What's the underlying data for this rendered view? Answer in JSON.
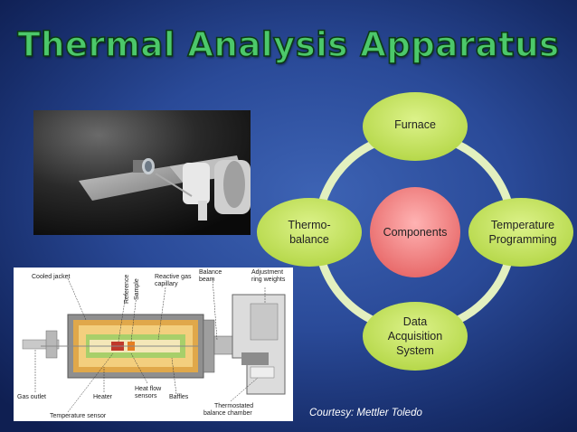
{
  "title": "Thermal Analysis Apparatus",
  "diagram": {
    "center": "Components",
    "nodes": {
      "top": "Furnace",
      "right": [
        "Temperature",
        "Programming"
      ],
      "bottom": [
        "Data",
        "Acquisition",
        "System"
      ],
      "left": [
        "Thermo-",
        "balance"
      ]
    },
    "colors": {
      "node_fill": "#c5e45e",
      "center_fill": "#ee7a7a",
      "ring": "#e3f0bf"
    }
  },
  "schematic": {
    "labels": {
      "cooled_jacket": "Cooled jacket",
      "reference": "Reference",
      "sample": "Sample",
      "reactive_gas": [
        "Reactive gas",
        "capillary"
      ],
      "balance_beam": [
        "Balance",
        "beam"
      ],
      "adjustment": [
        "Adjustment",
        "ring weights"
      ],
      "gas_outlet": "Gas outlet",
      "heater": "Heater",
      "heat_flow": [
        "Heat flow",
        "sensors"
      ],
      "baffles": "Baffles",
      "temperature_sensor": "Temperature sensor",
      "thermostated": [
        "Thermostated",
        "balance chamber"
      ]
    }
  },
  "courtesy": "Courtesy: Mettler Toledo"
}
